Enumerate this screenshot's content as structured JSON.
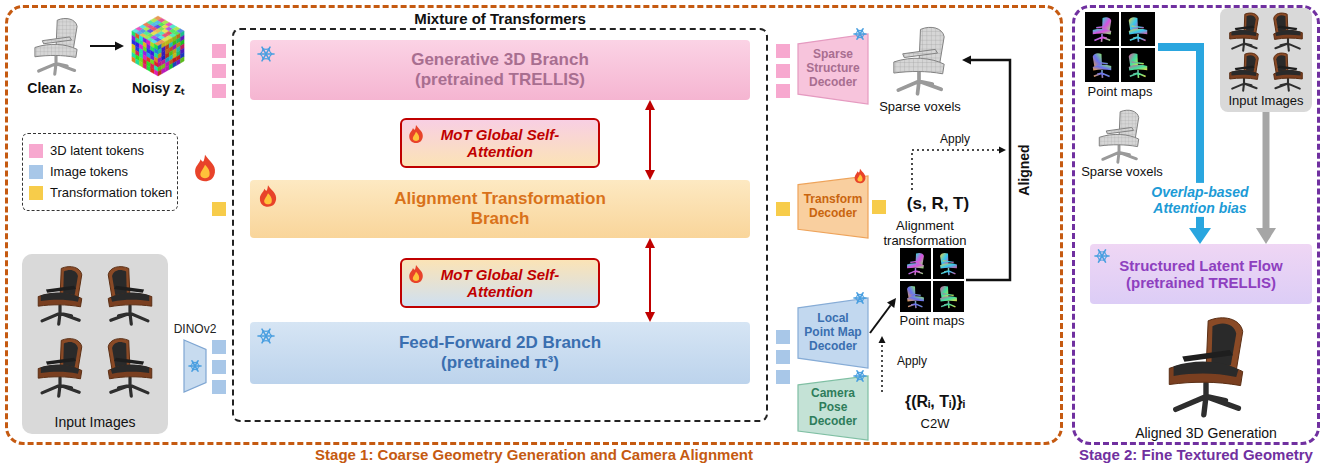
{
  "diagram": {
    "nodes": [
      {
        "text": [
          "Stage 1: Coarse Geometry Generation and Camera Alignment"
        ]
      },
      {
        "text": [
          "Mixture of Transformers"
        ],
        "in": 0
      },
      {
        "text": [
          "Generative 3D Branch",
          "(pretrained TRELLIS)"
        ],
        "in": 1
      },
      {
        "text": [
          "MoT Global Self-Attention"
        ],
        "in": 1
      },
      {
        "text": [
          "Alignment Transformation Branch"
        ],
        "in": 1
      },
      {
        "text": [
          "MoT Global Self-Attention"
        ],
        "in": 1
      },
      {
        "text": [
          "Feed-Forward 2D Branch",
          "(pretrained π³)"
        ],
        "in": 1
      },
      {
        "text": [
          "Input Images"
        ],
        "in": 0
      },
      {
        "text": [
          "DINOv2"
        ],
        "in": 0
      },
      {
        "text": [
          "Sparse Structure Decoder"
        ],
        "in": 0
      },
      {
        "text": [
          "Transform Decoder"
        ],
        "in": 0
      },
      {
        "text": [
          "Local Point Map Decoder"
        ],
        "in": 0
      },
      {
        "text": [
          "Camera Pose Decoder"
        ],
        "in": 0
      },
      {
        "text": [
          "Stage 2: Fine Textured Geometry"
        ]
      },
      {
        "text": [
          "Input Images"
        ],
        "in": 13
      },
      {
        "text": [
          "Structured Latent Flow",
          "(pretrained TRELLIS)"
        ],
        "in": 13
      }
    ],
    "edges": [
      {
        "from": 2,
        "to": 4,
        "arrow": "both"
      },
      {
        "from": 4,
        "to": 6,
        "arrow": "both"
      },
      {
        "from": 14,
        "to": 15,
        "arrow": "to"
      }
    ],
    "labels": [
      "Clean z₀",
      "Noisy zₜ",
      "Sparse voxels",
      "Apply",
      "(s, R, T)",
      "Alignment transformation",
      "Aligned",
      "Point maps",
      "Apply",
      "{(Rᵢ, Tᵢ)}ᵢ",
      "C2W",
      "Point maps",
      "Sparse voxels",
      "Overlap-based Attention bias",
      "Aligned 3D Generation"
    ],
    "legend": [
      {
        "text": "3D latent tokens",
        "color": "#f7a8cf"
      },
      {
        "text": "Image tokens",
        "color": "#a8c7e8"
      },
      {
        "text": "Transformation token",
        "color": "#f7cc4a"
      }
    ]
  }
}
